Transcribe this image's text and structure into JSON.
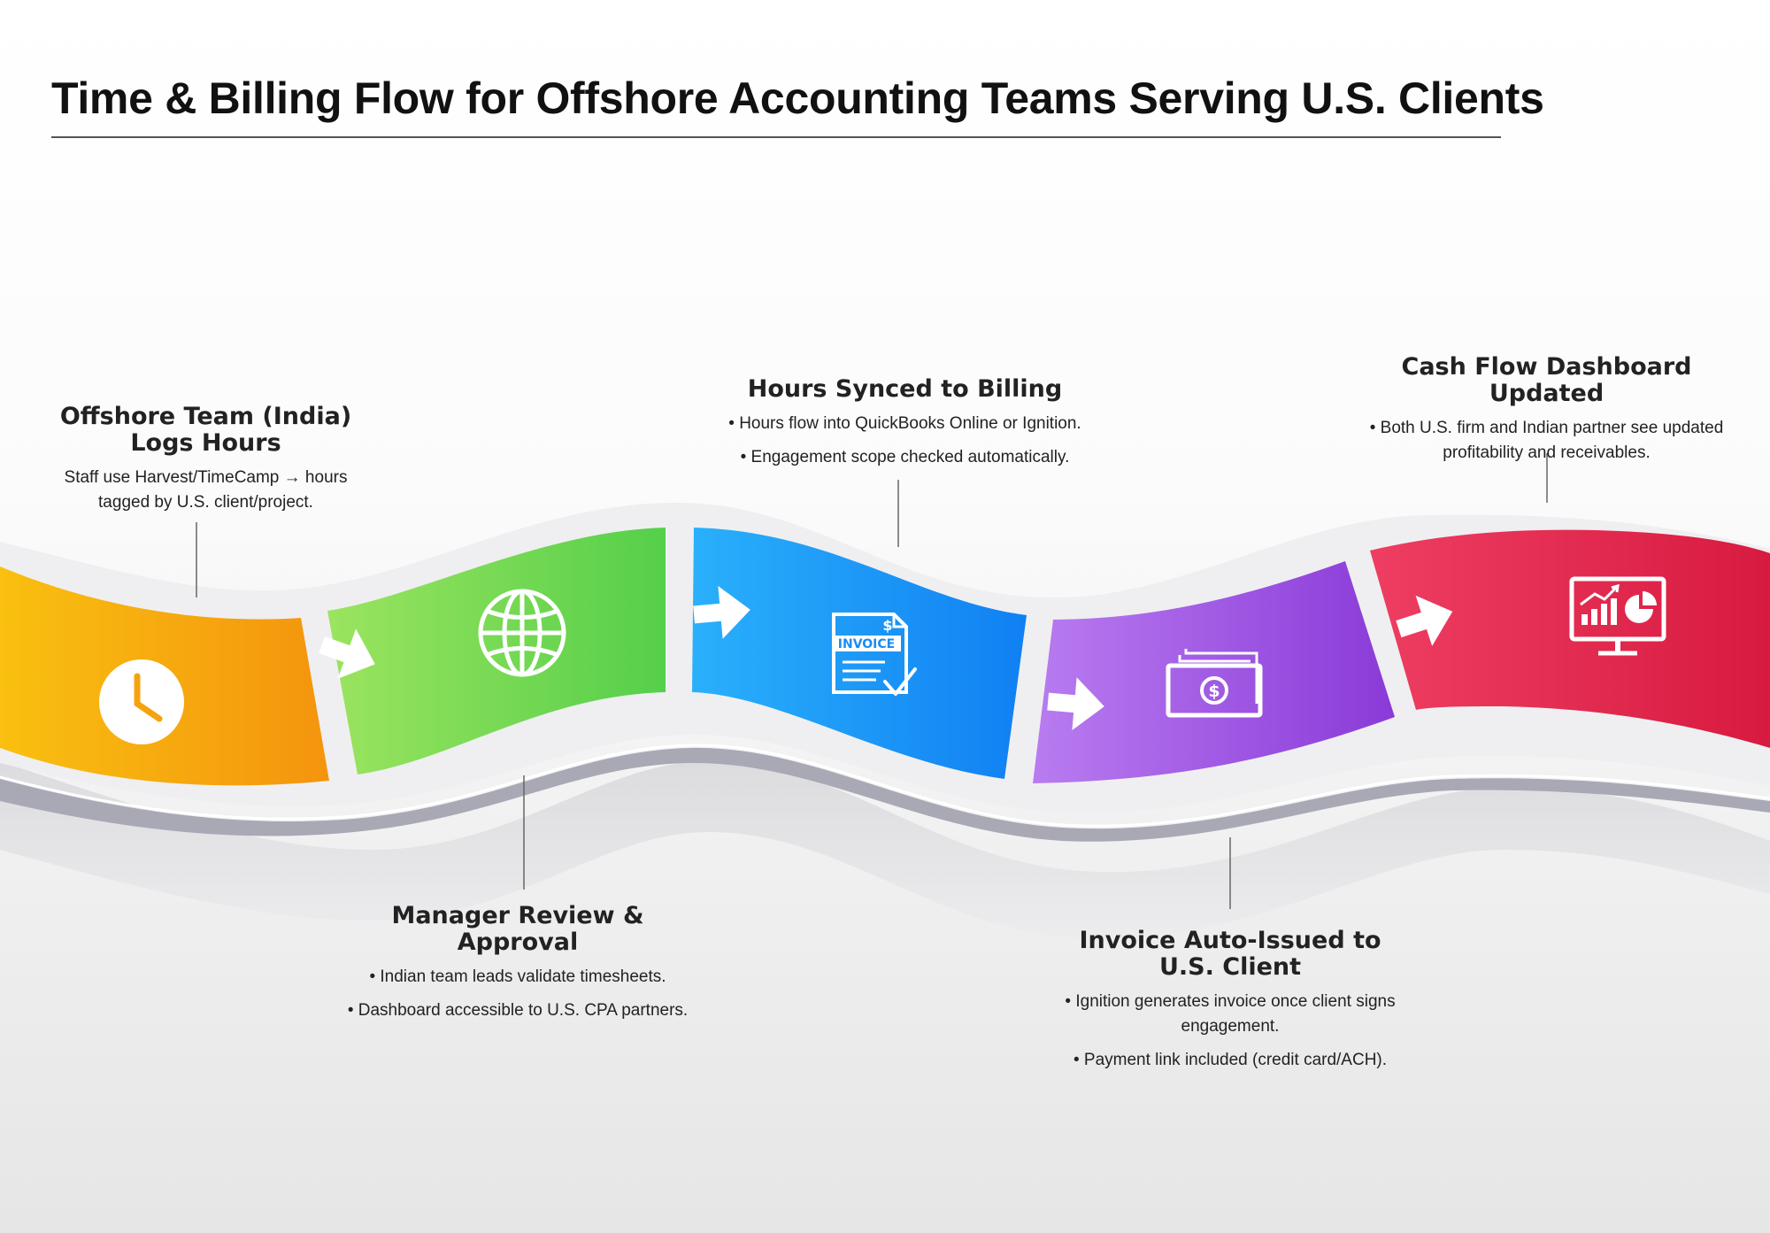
{
  "title": "Time & Billing Flow for Offshore Accounting Teams Serving U.S. Clients",
  "steps": [
    {
      "heading_lines": [
        "Offshore Team (India)",
        "Logs Hours"
      ],
      "bullets": [
        "Staff use Harvest/TimeCamp → hours tagged by U.S. client/project."
      ],
      "icon": "clock-icon",
      "color_start": "#f9c010",
      "color_end": "#f4940e"
    },
    {
      "heading_lines": [
        "Manager Review &",
        "Approval"
      ],
      "bullets": [
        "• Indian team leads validate timesheets.",
        "• Dashboard accessible to U.S. CPA partners."
      ],
      "icon": "globe-icon",
      "color_start": "#9be45f",
      "color_end": "#55cf4a"
    },
    {
      "heading_lines": [
        "Hours Synced to Billing"
      ],
      "bullets": [
        "• Hours flow into QuickBooks Online or Ignition.",
        "• Engagement scope checked automatically."
      ],
      "icon": "invoice-icon",
      "icon_text": "INVOICE",
      "icon_symbol": "$",
      "color_start": "#2ab0fb",
      "color_end": "#1080f3"
    },
    {
      "heading_lines": [
        "Invoice Auto-Issued to",
        "U.S. Client"
      ],
      "bullets": [
        "• Ignition generates invoice once client signs engagement.",
        "• Payment link included (credit card/ACH)."
      ],
      "icon": "money-icon",
      "icon_symbol": "$",
      "color_start": "#b97cf0",
      "color_end": "#8a3ad8"
    },
    {
      "heading_lines": [
        "Cash Flow Dashboard Updated"
      ],
      "bullets": [
        "• Both U.S. firm and Indian partner see updated profitability and receivables."
      ],
      "icon": "dashboard-icon",
      "color_start": "#ee3e62",
      "color_end": "#d81a40"
    }
  ]
}
